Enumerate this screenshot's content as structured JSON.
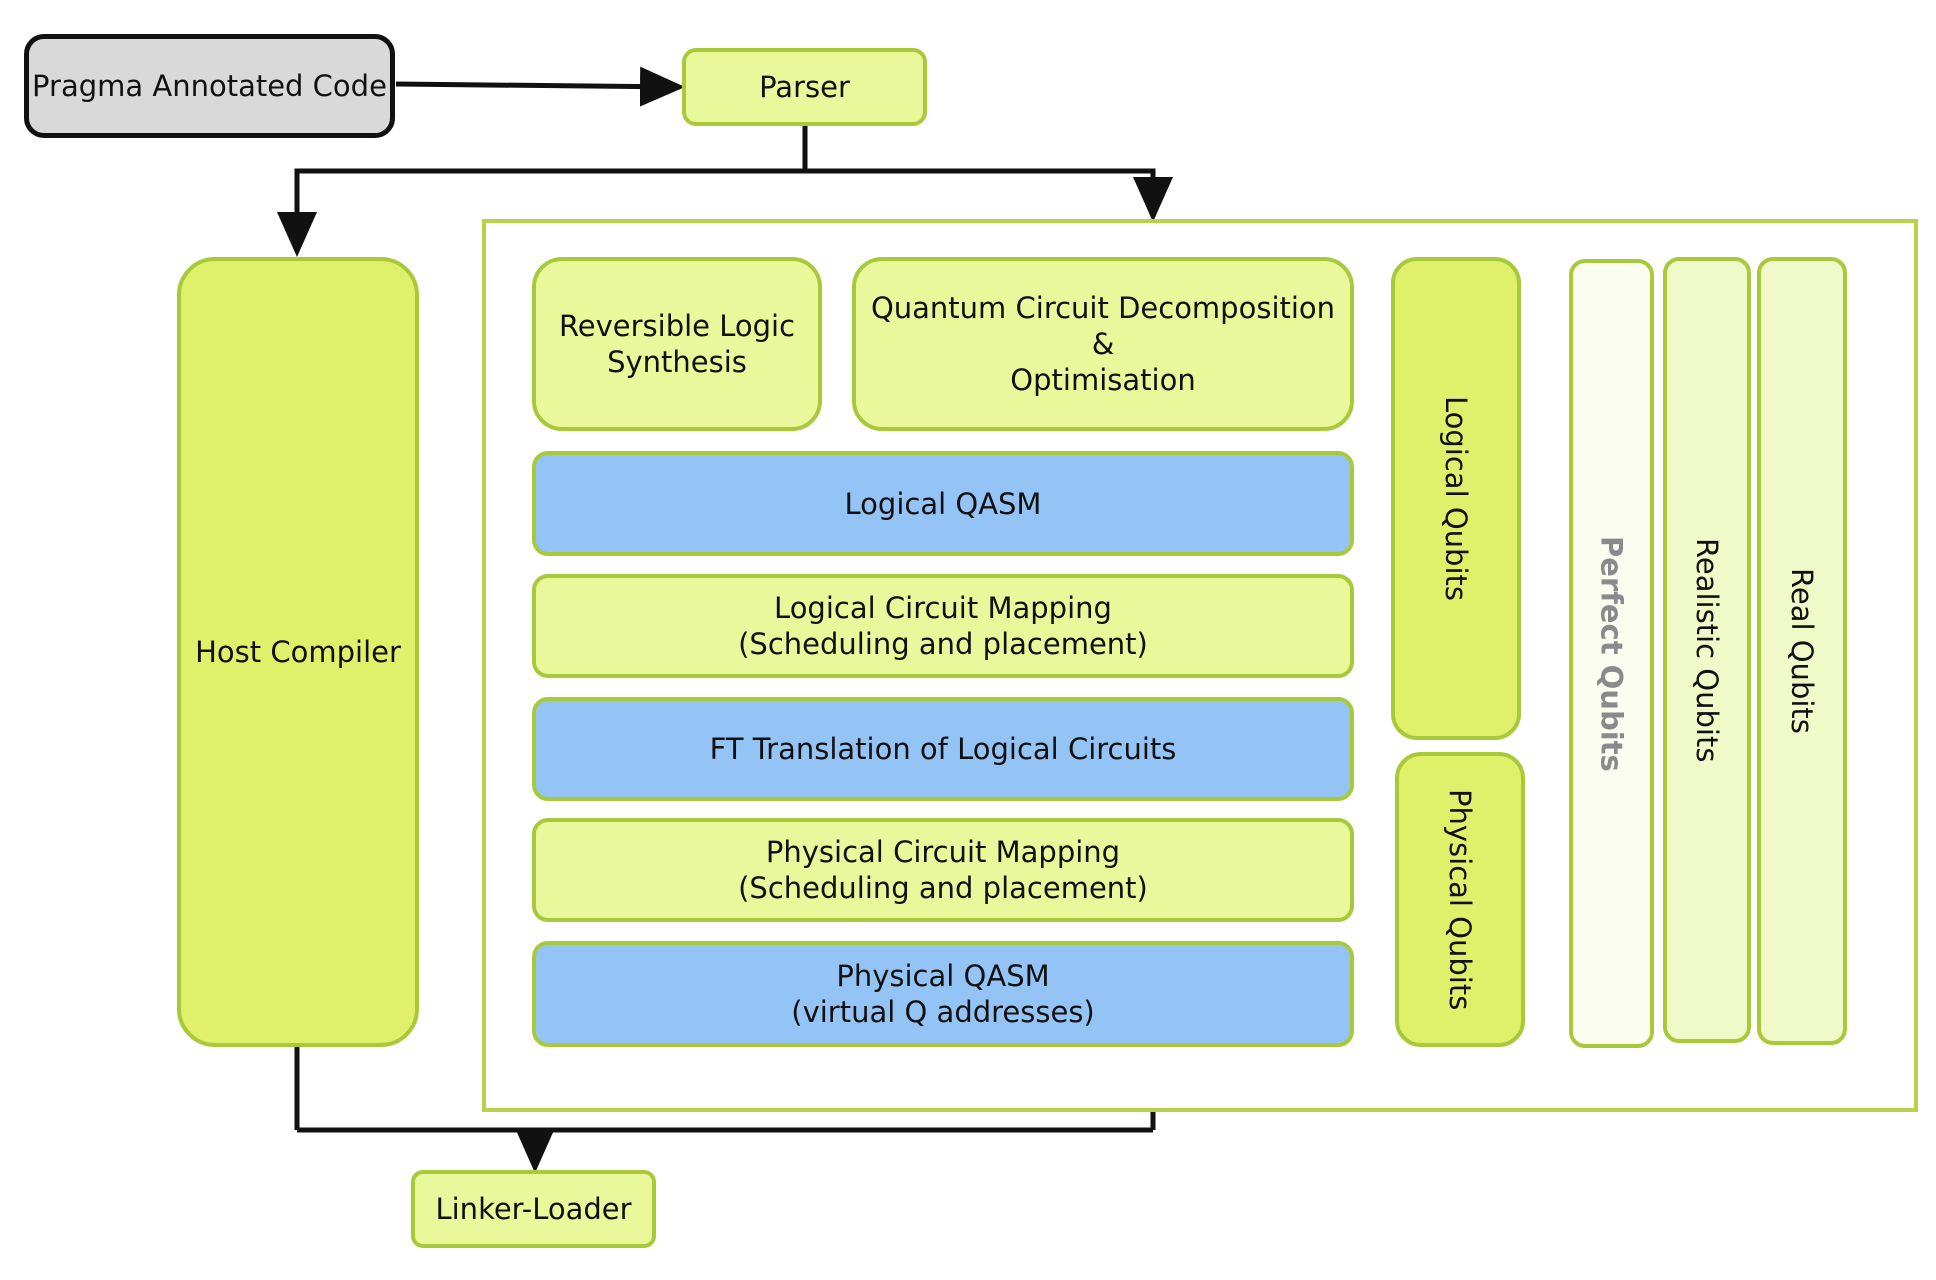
{
  "nodes": {
    "pragma_code": "Pragma Annotated Code",
    "parser": "Parser",
    "host_compiler": "Host Compiler",
    "reversible_logic": "Reversible Logic\nSynthesis",
    "decomposition": "Quantum Circuit Decomposition &\nOptimisation",
    "logical_qasm": "Logical QASM",
    "logical_mapping": "Logical Circuit Mapping\n(Scheduling and placement)",
    "ft_translation": "FT Translation of Logical Circuits",
    "physical_mapping": "Physical Circuit Mapping\n(Scheduling and placement)",
    "physical_qasm": "Physical QASM\n(virtual Q addresses)",
    "logical_qubits": "Logical Qubits",
    "physical_qubits": "Physical Qubits",
    "perfect_qubits": "Perfect Qubits",
    "realistic_qubits": "Realistic Qubits",
    "real_qubits": "Real Qubits",
    "linker_loader": "Linker-Loader"
  },
  "colors": {
    "lime": "#dff06b",
    "pale_lime": "#e9f89a",
    "blue": "#94c4f6",
    "grey": "#d9d9d9",
    "border_green": "#a8c93a",
    "wire": "#111111"
  }
}
